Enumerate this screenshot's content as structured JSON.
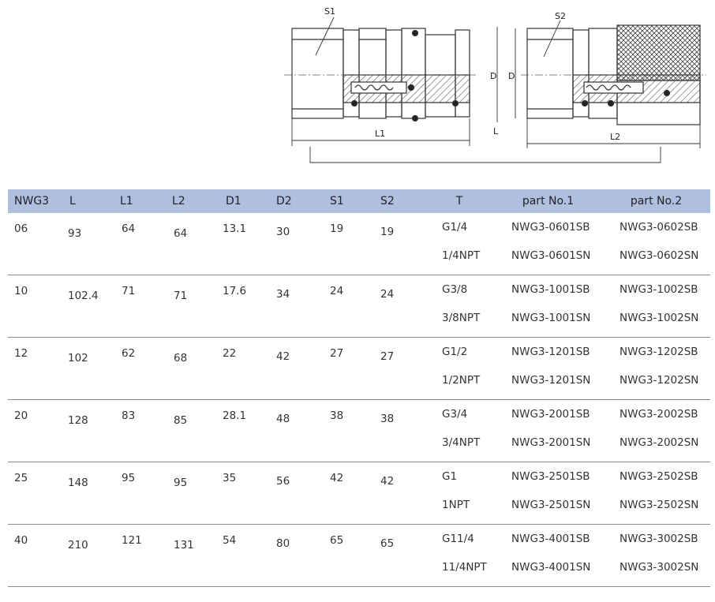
{
  "drawing": {
    "labels": {
      "s1": "S1",
      "s2": "S2",
      "d1": "D",
      "d2": "D",
      "l": "L",
      "l1": "L1",
      "l2": "L2"
    }
  },
  "table": {
    "headers": [
      "NWG3",
      "L",
      "L1",
      "L2",
      "D1",
      "D2",
      "S1",
      "S2",
      "T",
      "part No.1",
      "part No.2"
    ],
    "rows": [
      {
        "nwg3": "06",
        "l": "93",
        "l1": "64",
        "l2": "64",
        "d1": "13.1",
        "d2": "30",
        "s1": "19",
        "s2": "19",
        "lines": [
          {
            "t": "G1/4",
            "p1": "NWG3-0601SB",
            "p2": "NWG3-0602SB"
          },
          {
            "t": "1/4NPT",
            "p1": "NWG3-0601SN",
            "p2": "NWG3-0602SN"
          }
        ]
      },
      {
        "nwg3": "10",
        "l": "102.4",
        "l1": "71",
        "l2": "71",
        "d1": "17.6",
        "d2": "34",
        "s1": "24",
        "s2": "24",
        "lines": [
          {
            "t": "G3/8",
            "p1": "NWG3-1001SB",
            "p2": "NWG3-1002SB"
          },
          {
            "t": "3/8NPT",
            "p1": "NWG3-1001SN",
            "p2": "NWG3-1002SN"
          }
        ]
      },
      {
        "nwg3": "12",
        "l": "102",
        "l1": "62",
        "l2": "68",
        "d1": "22",
        "d2": "42",
        "s1": "27",
        "s2": "27",
        "lines": [
          {
            "t": "G1/2",
            "p1": "NWG3-1201SB",
            "p2": "NWG3-1202SB"
          },
          {
            "t": "1/2NPT",
            "p1": "NWG3-1201SN",
            "p2": "NWG3-1202SN"
          }
        ]
      },
      {
        "nwg3": "20",
        "l": "128",
        "l1": "83",
        "l2": "85",
        "d1": "28.1",
        "d2": "48",
        "s1": "38",
        "s2": "38",
        "lines": [
          {
            "t": "G3/4",
            "p1": "NWG3-2001SB",
            "p2": "NWG3-2002SB"
          },
          {
            "t": "3/4NPT",
            "p1": "NWG3-2001SN",
            "p2": "NWG3-2002SN"
          }
        ]
      },
      {
        "nwg3": "25",
        "l": "148",
        "l1": "95",
        "l2": "95",
        "d1": "35",
        "d2": "56",
        "s1": "42",
        "s2": "42",
        "lines": [
          {
            "t": "G1",
            "p1": "NWG3-2501SB",
            "p2": "NWG3-2502SB"
          },
          {
            "t": "1NPT",
            "p1": "NWG3-2501SN",
            "p2": "NWG3-2502SN"
          }
        ]
      },
      {
        "nwg3": "40",
        "l": "210",
        "l1": "121",
        "l2": "131",
        "d1": "54",
        "d2": "80",
        "s1": "65",
        "s2": "65",
        "lines": [
          {
            "t": "G11/4",
            "p1": "NWG3-4001SB",
            "p2": "NWG3-3002SB"
          },
          {
            "t": "11/4NPT",
            "p1": "NWG3-4001SN",
            "p2": "NWG3-3002SN"
          }
        ]
      }
    ]
  }
}
